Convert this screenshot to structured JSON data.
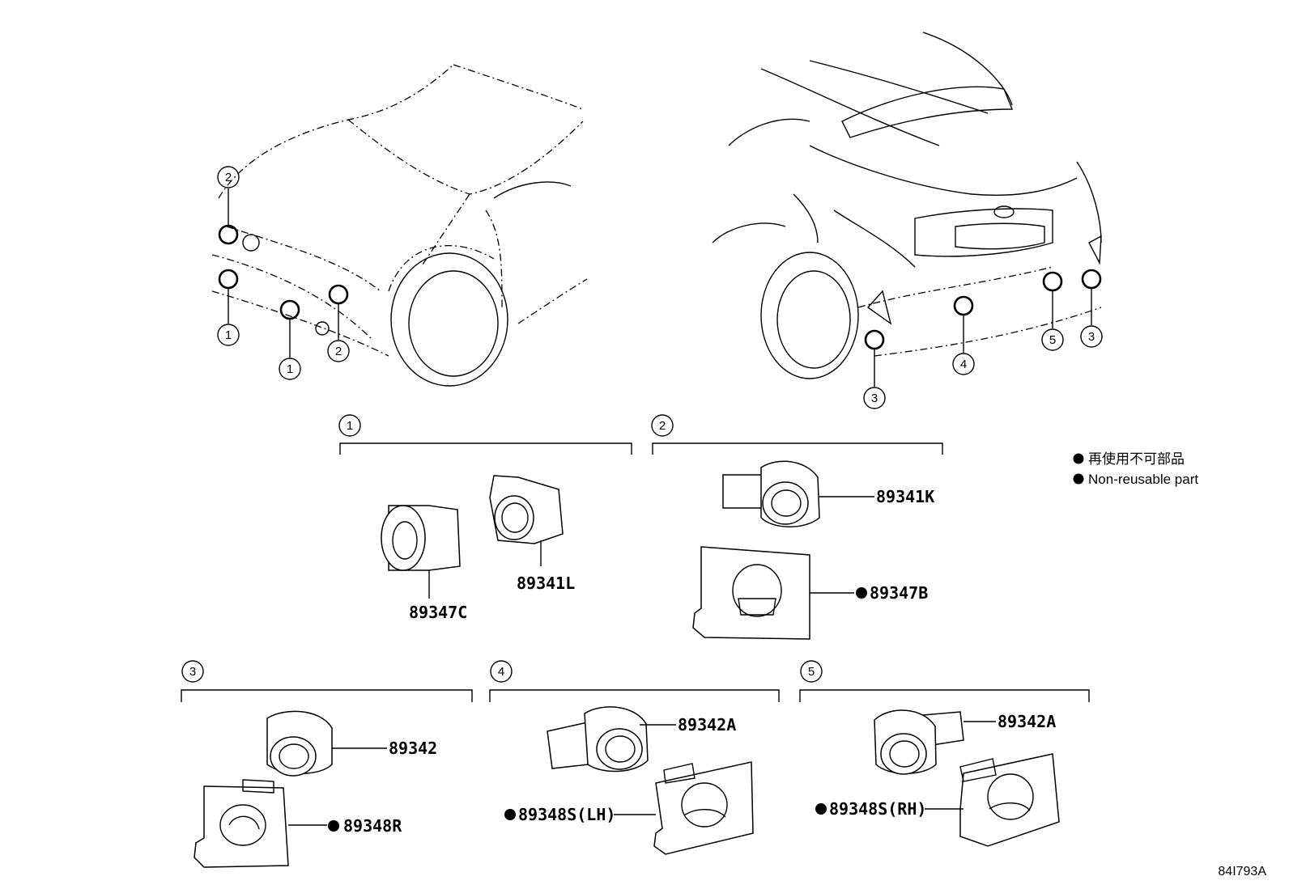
{
  "callouts": {
    "c1": "1",
    "c2": "2",
    "c3": "3",
    "c4": "4",
    "c5": "5"
  },
  "groups": {
    "g1": {
      "number": "1",
      "parts": [
        "89347C",
        "89341L"
      ]
    },
    "g2": {
      "number": "2",
      "parts": [
        "89341K",
        "89347B"
      ]
    },
    "g3": {
      "number": "3",
      "parts": [
        "89342",
        "89348R"
      ]
    },
    "g4": {
      "number": "4",
      "parts": [
        "89342A",
        "89348S(LH)"
      ]
    },
    "g5": {
      "number": "5",
      "parts": [
        "89342A",
        "89348S(RH)"
      ]
    }
  },
  "legend": {
    "line_ja": "再使用不可部品",
    "line_en": "Non-reusable part"
  },
  "reference_code": "84I793A"
}
